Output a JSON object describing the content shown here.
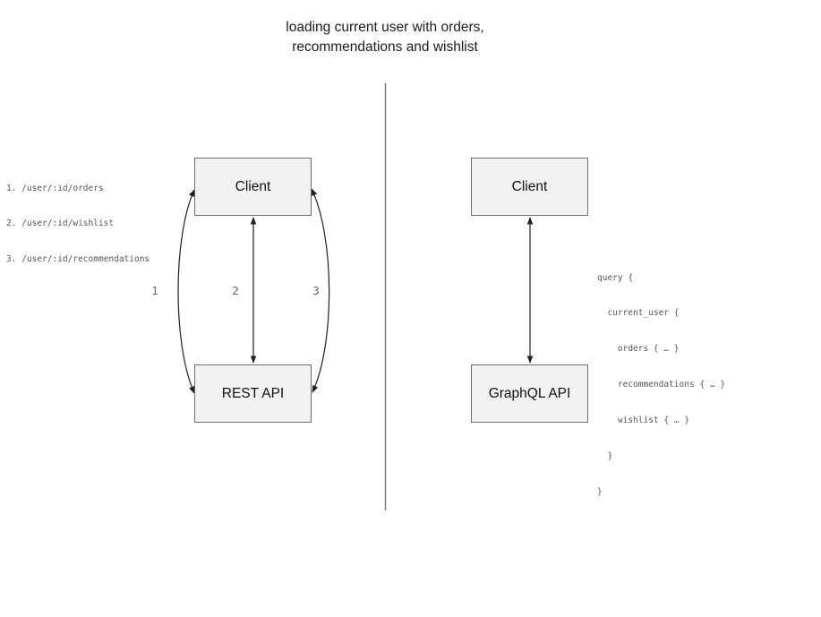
{
  "title": "loading current user with orders,\nrecommendations and wishlist",
  "left_diagram": {
    "client_label": "Client",
    "api_label": "REST API",
    "endpoints": [
      "1. /user/:id/orders",
      "2. /user/:id/wishlist",
      "3. /user/:id/recommendations"
    ],
    "arrow_labels": [
      "1",
      "2",
      "3"
    ]
  },
  "right_diagram": {
    "client_label": "Client",
    "api_label": "GraphQL API",
    "query_lines": [
      "query {",
      "  current_user {",
      "    orders { … }",
      "    recommendations { … }",
      "    wishlist { … }",
      "  }",
      "}"
    ]
  },
  "colors": {
    "box_fill": "#f1f1f1",
    "box_border": "#6b6b6b",
    "arrow_stroke": "#1f1f1f",
    "divider": "#7a7a7a",
    "muted_text": "#565656",
    "title_text": "#1c1c1c"
  }
}
